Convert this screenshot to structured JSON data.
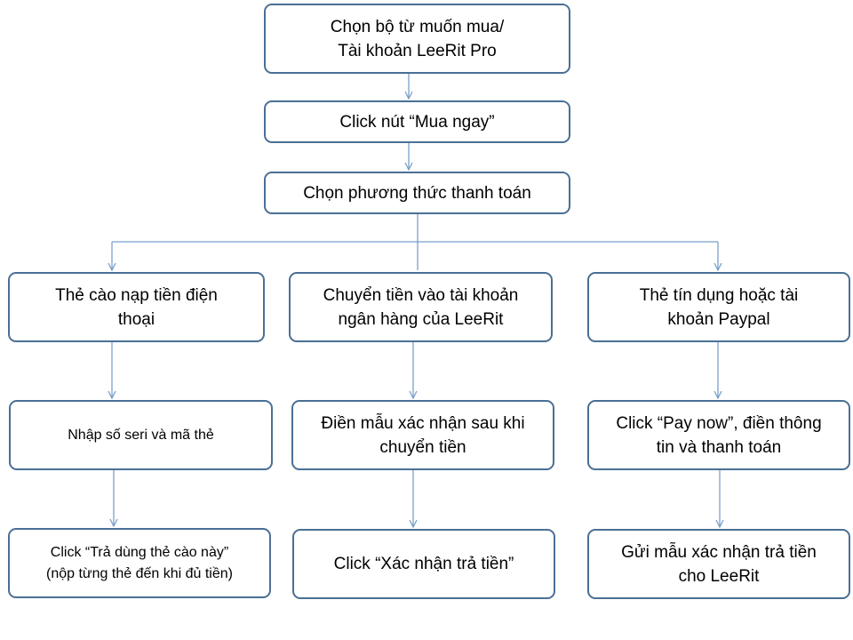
{
  "colors": {
    "border": "#4a6f95",
    "connector": "#7ba0c9"
  },
  "nodes": {
    "choose_package": "Chọn bộ từ muốn mua/\nTài khoản LeeRit Pro",
    "buy_now": "Click nút “Mua ngay”",
    "choose_payment": "Chọn phương thức thanh toán",
    "phone_card": "Thẻ cào nạp tiền điện\nthoại",
    "bank_transfer": "Chuyển tiền vào tài khoản\nngân hàng của LeeRit",
    "credit_paypal": "Thẻ tín dụng hoặc  tài\nkhoản Paypal",
    "enter_serial": "Nhập số seri và mã thẻ",
    "fill_confirm_form": "Điền mẫu xác nhận sau khi\nchuyển tiền",
    "pay_now": "Click “Pay now”, điền thông\ntin và thanh toán",
    "use_card": "Click “Trả dùng thẻ cào này”\n(nộp từng thẻ đến khi đủ tiền)",
    "confirm_payment": "Click “Xác nhận trả tiền”",
    "send_confirm": "Gửi mẫu xác nhận trả tiền\ncho LeeRit"
  }
}
